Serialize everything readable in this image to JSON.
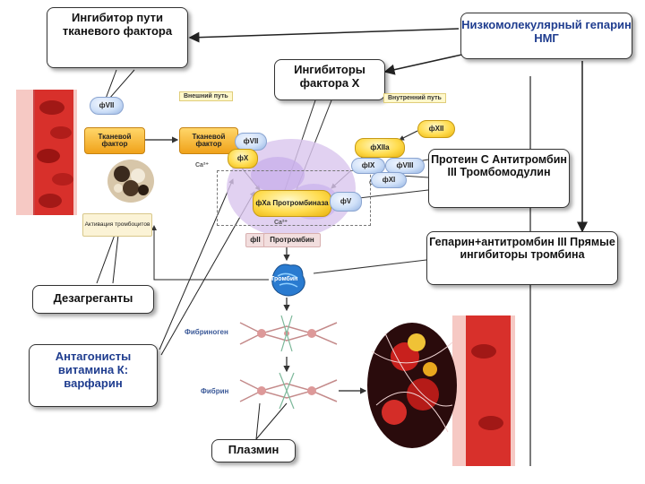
{
  "callouts": {
    "tissue_factor_inhibitor": "Ингибитор пути тканевого фактора",
    "lmwh": "Низкомолекулярный гепарин НМГ",
    "factor_x_inhibitors": "Ингибиторы фактора Х",
    "protein_c": "Протеин С Антитромбин III Тромбомодулин",
    "heparin_at": "Гепарин+антитромбин III Прямые ингибиторы тромбина",
    "disaggregants": "Дезагреганты",
    "vitamin_k": "Антагонисты витамина К: варфарин",
    "plasmin": "Плазмин"
  },
  "pathway_labels": {
    "extrinsic": "Внешний путь",
    "intrinsic": "Внутренний путь",
    "ca1": "Ca²⁺",
    "ca2": "Ca²⁺",
    "ca3": "Ca²⁺"
  },
  "factors": {
    "fvii_top": "фVII",
    "tissue_factor_1": "Тканевой фактор",
    "tissue_factor_2": "Тканевой фактор",
    "fvii": "фVII",
    "fx": "фX",
    "fxii": "фXII",
    "fxiia": "фXIIa",
    "fix": "фIX",
    "fviii": "фVIII",
    "fxi": "фXI",
    "fxa": "фXa Протромбиназа",
    "fv": "фV",
    "fii": "фII",
    "prothrombin": "Протромбин",
    "thrombin": "Тромбин",
    "fibrinogen": "Фибриноген",
    "fibrin": "Фибрин",
    "platelet_activation": "Активация тромбоцитов"
  }
}
